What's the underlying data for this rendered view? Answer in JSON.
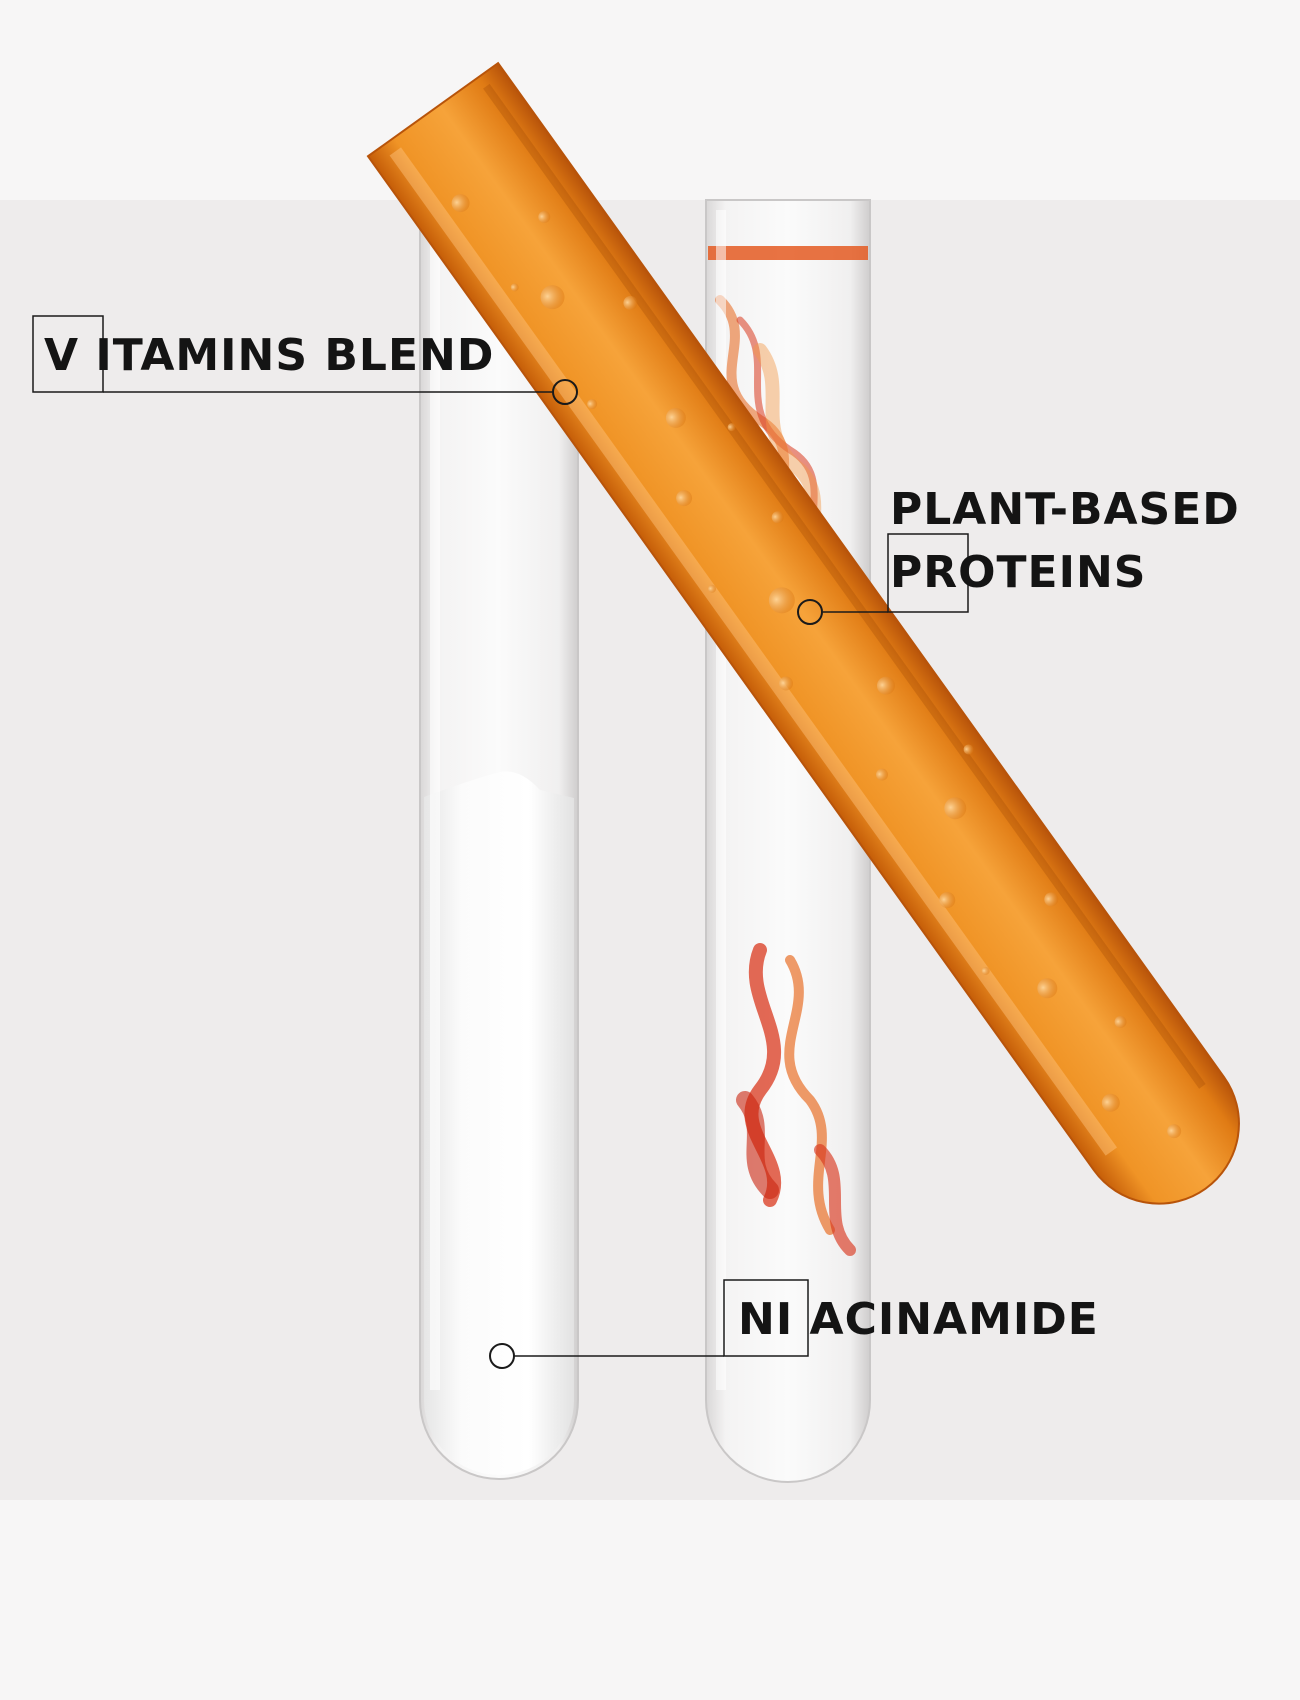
{
  "labels": {
    "vitamins": "V ITAMINS BLEND",
    "plant_line1": "PLANT-BASED",
    "plant_line2": "PROTEINS",
    "niacinamide": "NI ACINAMIDE"
  },
  "colors": {
    "outer_background": "#f7f6f6",
    "photo_background": "#eeecec",
    "amber_liquid": "#e8861c",
    "red_swirl": "#d9381e",
    "white_cream": "#ffffff",
    "label_text": "#141414"
  }
}
